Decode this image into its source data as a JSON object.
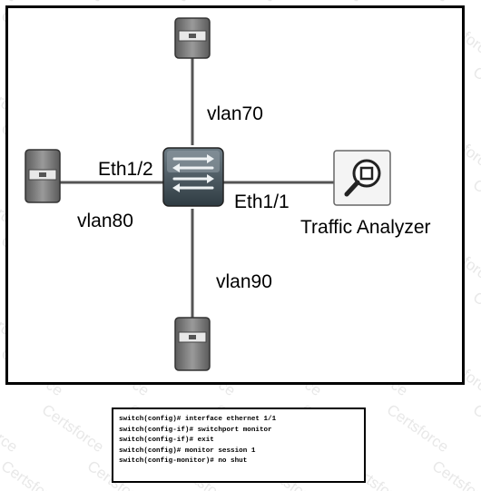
{
  "labels": {
    "vlan_top": "vlan70",
    "port_left": "Eth1/2",
    "vlan_left": "vlan80",
    "port_right": "Eth1/1",
    "analyzer": "Traffic Analyzer",
    "vlan_bottom": "vlan90"
  },
  "watermark_text": "Certsforce",
  "icons": {
    "switch": "switch-icon",
    "server": "server-icon",
    "analyzer": "magnifier-icon"
  },
  "colors": {
    "switch_body": "#4a5a63",
    "server_body": "#777777",
    "analyzer_border": "#555555",
    "watermark": "#e8e8e8"
  },
  "cli": {
    "lines": [
      "switch(config)# interface ethernet 1/1",
      "switch(config-if)# switchport monitor",
      "switch(config-if)# exit",
      "switch(config)# monitor session 1",
      "switch(config-monitor)# no shut"
    ]
  }
}
